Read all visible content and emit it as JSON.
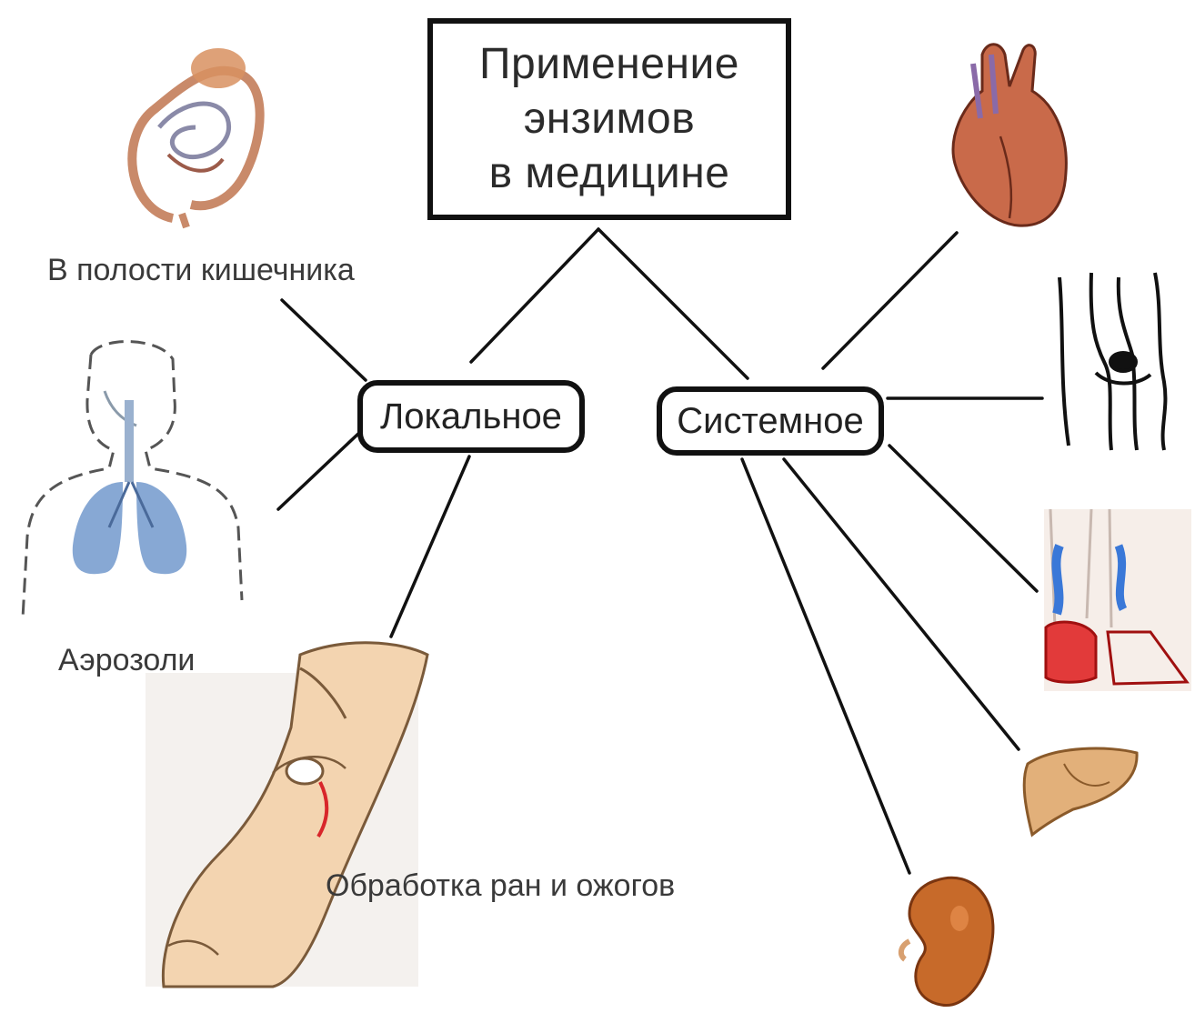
{
  "title": {
    "line1": "Применение",
    "line2": "энзимов",
    "line3": "в медицине"
  },
  "nodes": {
    "local": "Локальное",
    "systemic": "Системное"
  },
  "captions": {
    "intestine": "В полости кишечника",
    "aerosols": "Аэрозоли",
    "wounds": "Обработка ран и ожогов"
  },
  "illustrations": {
    "intestine": "intestine-illustration",
    "lungs": "lungs-illustration",
    "arm": "arm-wound-illustration",
    "heart": "heart-illustration",
    "joint": "joint-xray-illustration",
    "leg_veins": "leg-veins-illustration",
    "liver": "liver-illustration",
    "kidney": "kidney-illustration"
  },
  "colors": {
    "line": "#111111",
    "skin": "#f2d2ad",
    "organ": "#c9643c",
    "lung_blue": "#7a9fcf",
    "vein_blue": "#3a78d8",
    "artery_red": "#d8262a"
  }
}
